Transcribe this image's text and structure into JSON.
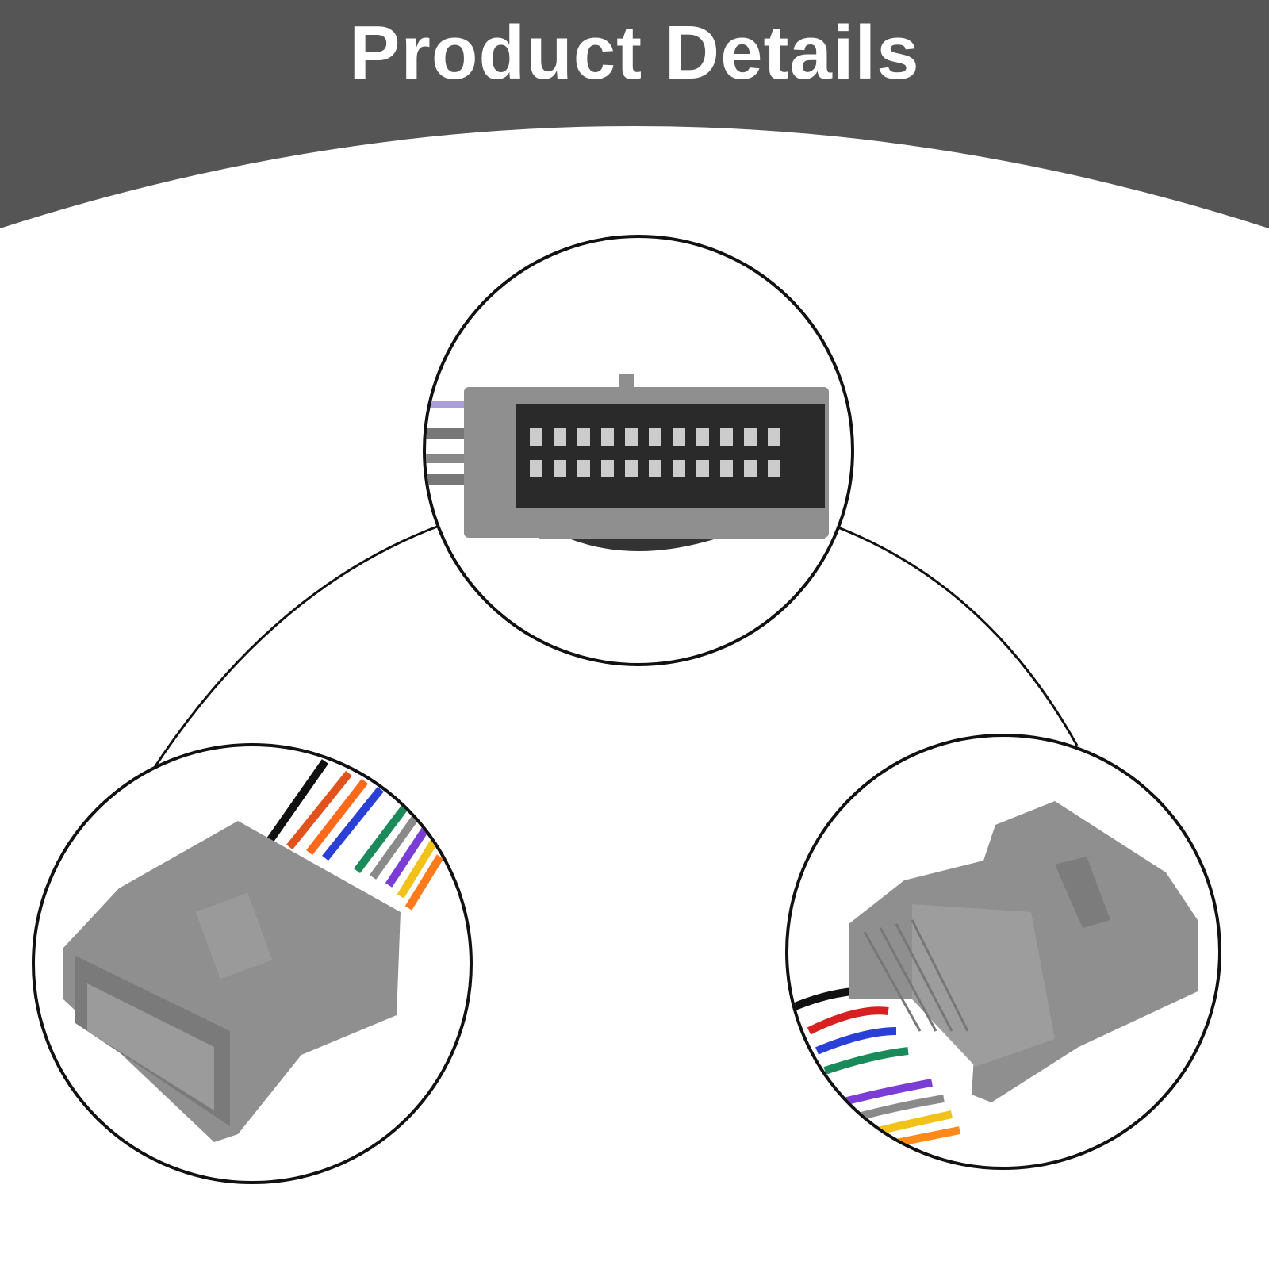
{
  "header": {
    "title": "Product Details",
    "background_color": "#555555",
    "text_color": "#ffffff"
  },
  "figures": [
    {
      "name": "connector-face-view",
      "icon": "connector-pins-icon"
    },
    {
      "name": "connector-left-side-view",
      "icon": "wire-harness-icon"
    },
    {
      "name": "connector-right-side-view",
      "icon": "wire-harness-icon"
    }
  ],
  "colors": {
    "connector_gray": "#8f8f8f",
    "outline": "#111111"
  }
}
